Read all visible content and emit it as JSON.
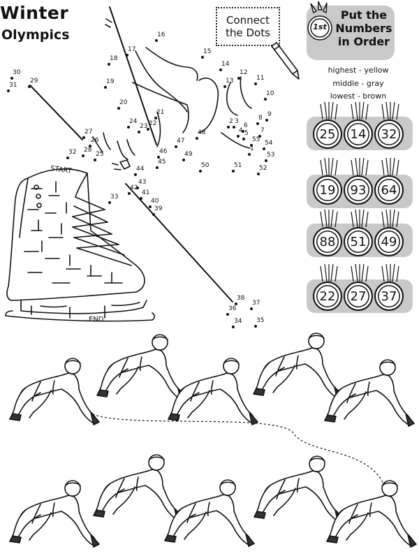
{
  "title": {
    "line1": "Winter",
    "line2": "Olympics"
  },
  "connect_dots": {
    "line1": "Connect",
    "line2": "the Dots"
  },
  "puzzle": {
    "badge_mark": "1st",
    "title_lines": [
      "Put the",
      "Numbers",
      "in Order"
    ],
    "instructions": [
      "highest - yellow",
      "middle - gray",
      "lowest - brown"
    ],
    "medal_rows": [
      [
        "25",
        "14",
        "32"
      ],
      [
        "19",
        "93",
        "64"
      ],
      [
        "88",
        "51",
        "49"
      ],
      [
        "22",
        "27",
        "37"
      ]
    ]
  },
  "skate_labels": {
    "start": "START",
    "end": "END"
  },
  "dot_numbers": [
    "1",
    "2",
    "3",
    "4",
    "5",
    "6",
    "7",
    "8",
    "9",
    "10",
    "11",
    "12",
    "13",
    "14",
    "15",
    "16",
    "17",
    "18",
    "19",
    "20",
    "21",
    "22",
    "23",
    "24",
    "25",
    "26",
    "27",
    "28",
    "29",
    "30",
    "31",
    "32",
    "33",
    "34",
    "35",
    "36",
    "37",
    "38",
    "39",
    "40",
    "41",
    "42",
    "43",
    "44",
    "45",
    "46",
    "47",
    "48",
    "49",
    "50",
    "51",
    "52",
    "53",
    "54",
    "55"
  ],
  "colors": {
    "badge_bg": "#c9c9c9",
    "ink": "#111111"
  }
}
